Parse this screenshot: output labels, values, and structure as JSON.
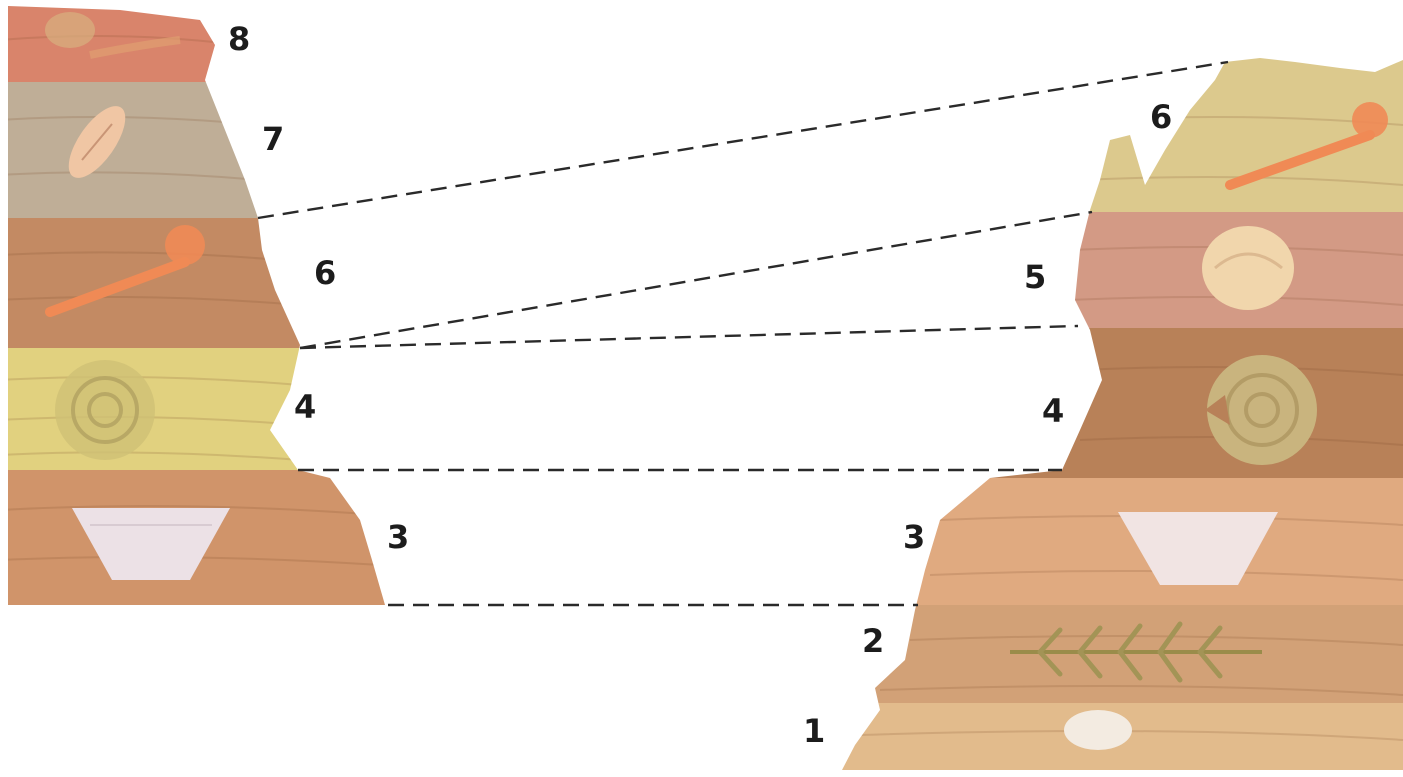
{
  "left_column": {
    "labels": [
      "8",
      "7",
      "6",
      "4",
      "3"
    ]
  },
  "right_column": {
    "labels": [
      "6",
      "5",
      "4",
      "3",
      "2",
      "1"
    ]
  },
  "colors": {
    "layer_8": "#d9846b",
    "layer_7": "#bfae97",
    "layer_6_left": "#c38a63",
    "layer_6_right": "#dcc98d",
    "layer_5": "#d39a85",
    "layer_4_left": "#e1d17f",
    "layer_4_right": "#b88158",
    "layer_3": "#d0946a",
    "layer_2": "#d2a177",
    "layer_1": "#e2bb8c",
    "correlation_line": "#2a2a2a"
  },
  "fossil_icons": [
    "claw-fossil-icon",
    "shell-fossil-icon",
    "bone-fossil-icon",
    "ammonite-fossil-icon",
    "coral-fossil-icon",
    "fern-fossil-icon",
    "trilobite-fossil-icon"
  ]
}
